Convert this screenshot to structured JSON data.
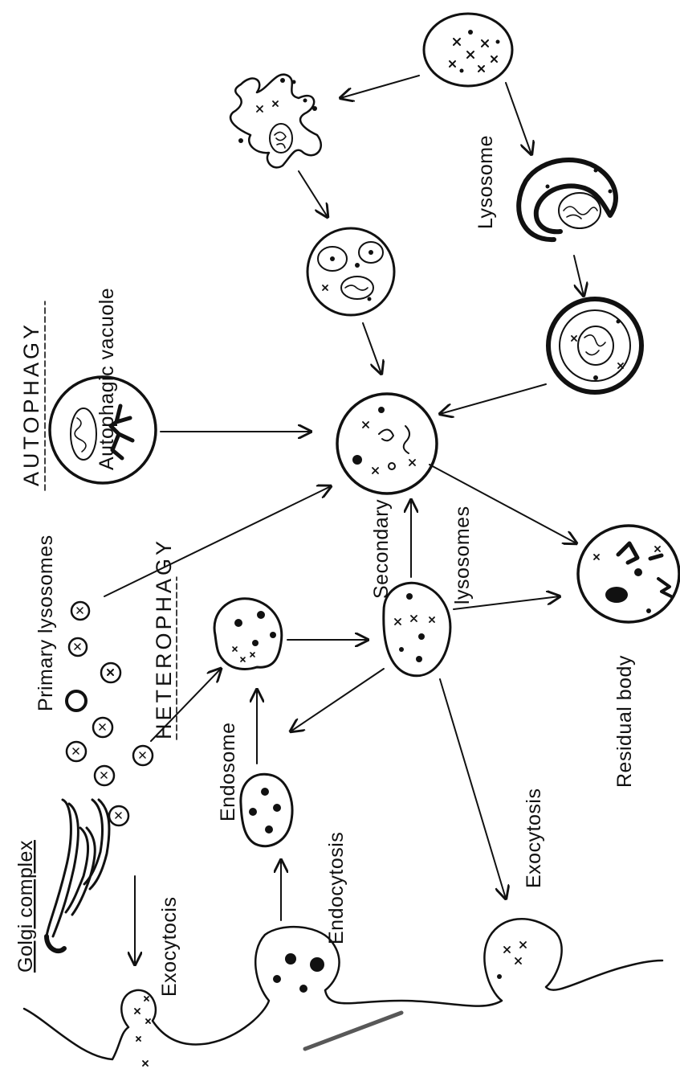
{
  "headings": {
    "autophagy": "AUTOPHAGY",
    "heterophagy": "HETEROPHAGY"
  },
  "labels": {
    "autophagic_vacuole": "Autophagic vacuole",
    "lysosome": "Lysosome",
    "primary_lysosomes": "Primary lysosomes",
    "secondary": "Secondary",
    "lysosomes": "lysosomes",
    "residual_body": "Residual body",
    "golgi_complex": "Golgi complex",
    "exocytocis": "Exocytocis",
    "endosome": "Endosome",
    "endocytosis": "Endocytosis",
    "exocytosis": "Exocytosis"
  }
}
